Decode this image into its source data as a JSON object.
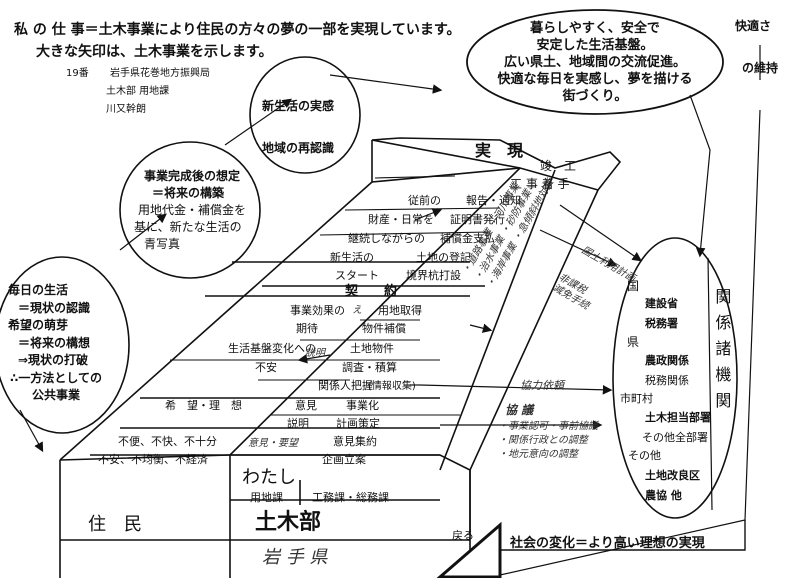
{
  "header": {
    "line1": "私 の 仕 事＝土木事業により住民の方々の夢の一部を実現しています。",
    "line2": "大きな矢印は、土木事業を示します。",
    "entry_no": "19番",
    "office": "岩手県花巻地方振興局",
    "section": "土木部 用地課",
    "author": "川又幹朗"
  },
  "goal_ellipse": {
    "lines": [
      "暮らしやすく、安全で",
      "安定した生活基盤。",
      "広い県土、地域間の交流促進。",
      "快適な毎日を実感し、夢を描ける",
      "街づくり。"
    ]
  },
  "right_edge": {
    "line1": "快適さ",
    "line2": "の維持"
  },
  "circles": {
    "c1": [
      "新生活の実感",
      "地域の再認識"
    ],
    "c2": [
      "事業完成後の想定",
      "＝将来の構築",
      "用地代金・補償金を",
      "基に、新たな生活の",
      "青写真"
    ],
    "c3": [
      "毎日の生活",
      "＝現状の認識",
      "希望の萌芽",
      "＝将来の構想",
      "⇒現状の打破",
      "∴一方法としての",
      "公共事業"
    ]
  },
  "arrow": {
    "head_label": "実　現",
    "completion": "竣　工",
    "construction": "工 事 着 手",
    "keiyaku": "契　　約",
    "rows": [
      {
        "left": "従前の",
        "right": "報告・通知"
      },
      {
        "left": "財産・日常を",
        "right": "証明書発行"
      },
      {
        "left": "継続しながらの",
        "right": "補償金支払"
      },
      {
        "left": "新生活の",
        "right": "土地の登記"
      },
      {
        "left": "スタート",
        "right": "境界杭打設"
      }
    ],
    "lower": {
      "effect": "事業効果の",
      "effect2": "え",
      "acquisition": "用地取得",
      "kitai": "期待",
      "bukken_hosho": "物件補償",
      "change": "生活基盤変化への",
      "fuan": "不安",
      "setsumei": "説明",
      "tochi_bukken": "土地物件",
      "chosa": "調査・積算",
      "kankeinin": "関係人把握",
      "joho": "(情報収集)",
      "kibo": "希　望・理　想",
      "iken": "意見",
      "jigyoka": "事業化",
      "setsumei2": "説明",
      "keikaku": "計画策定",
      "fubin": "不便、不快、不十分",
      "iken_yobo": "意見・要望",
      "iken_shuyaku": "意見集約",
      "fuan2": "不安、不均衡、不経済",
      "kikaku": "企画立案"
    },
    "diag_notes": [
      "・道路事業 ・河川事業",
      "・治水事業 ・砂防事業",
      "・海岸事業 ・急傾斜地対策"
    ]
  },
  "base": {
    "watashi": "わたし",
    "yochika": "用地課",
    "komuka": "工務課・総務課",
    "jumin": "住　民",
    "dobokubu": "土木部",
    "iwate": "岩 手 県"
  },
  "notes": {
    "kokutochi": "国土利用計画",
    "kankei": "協力依頼",
    "kyogi": "協 議",
    "kyogi_items": [
      "・事業認可・事前協議",
      "・関係行政との調整",
      "・地元意向の調整"
    ],
    "hijokyo": "非課税\n減免手続"
  },
  "agencies": {
    "kuni": "国",
    "kensetsusho": "建設省",
    "zeimusho": "税務署",
    "ken": "県",
    "noseikankei": "農政関係",
    "zeimukankei": "税務関係",
    "shichoson": "市町村",
    "dobokutanto": "土木担当部署",
    "sonota_zenbu": "その他全部署",
    "sonota": "その他",
    "tochikairyo": "土地改良区",
    "nokyo": "農協 他",
    "kankei_label": "関係諸機関"
  },
  "footer": {
    "modoru": "戻る",
    "society": "社会の変化＝より高い理想の実現"
  }
}
